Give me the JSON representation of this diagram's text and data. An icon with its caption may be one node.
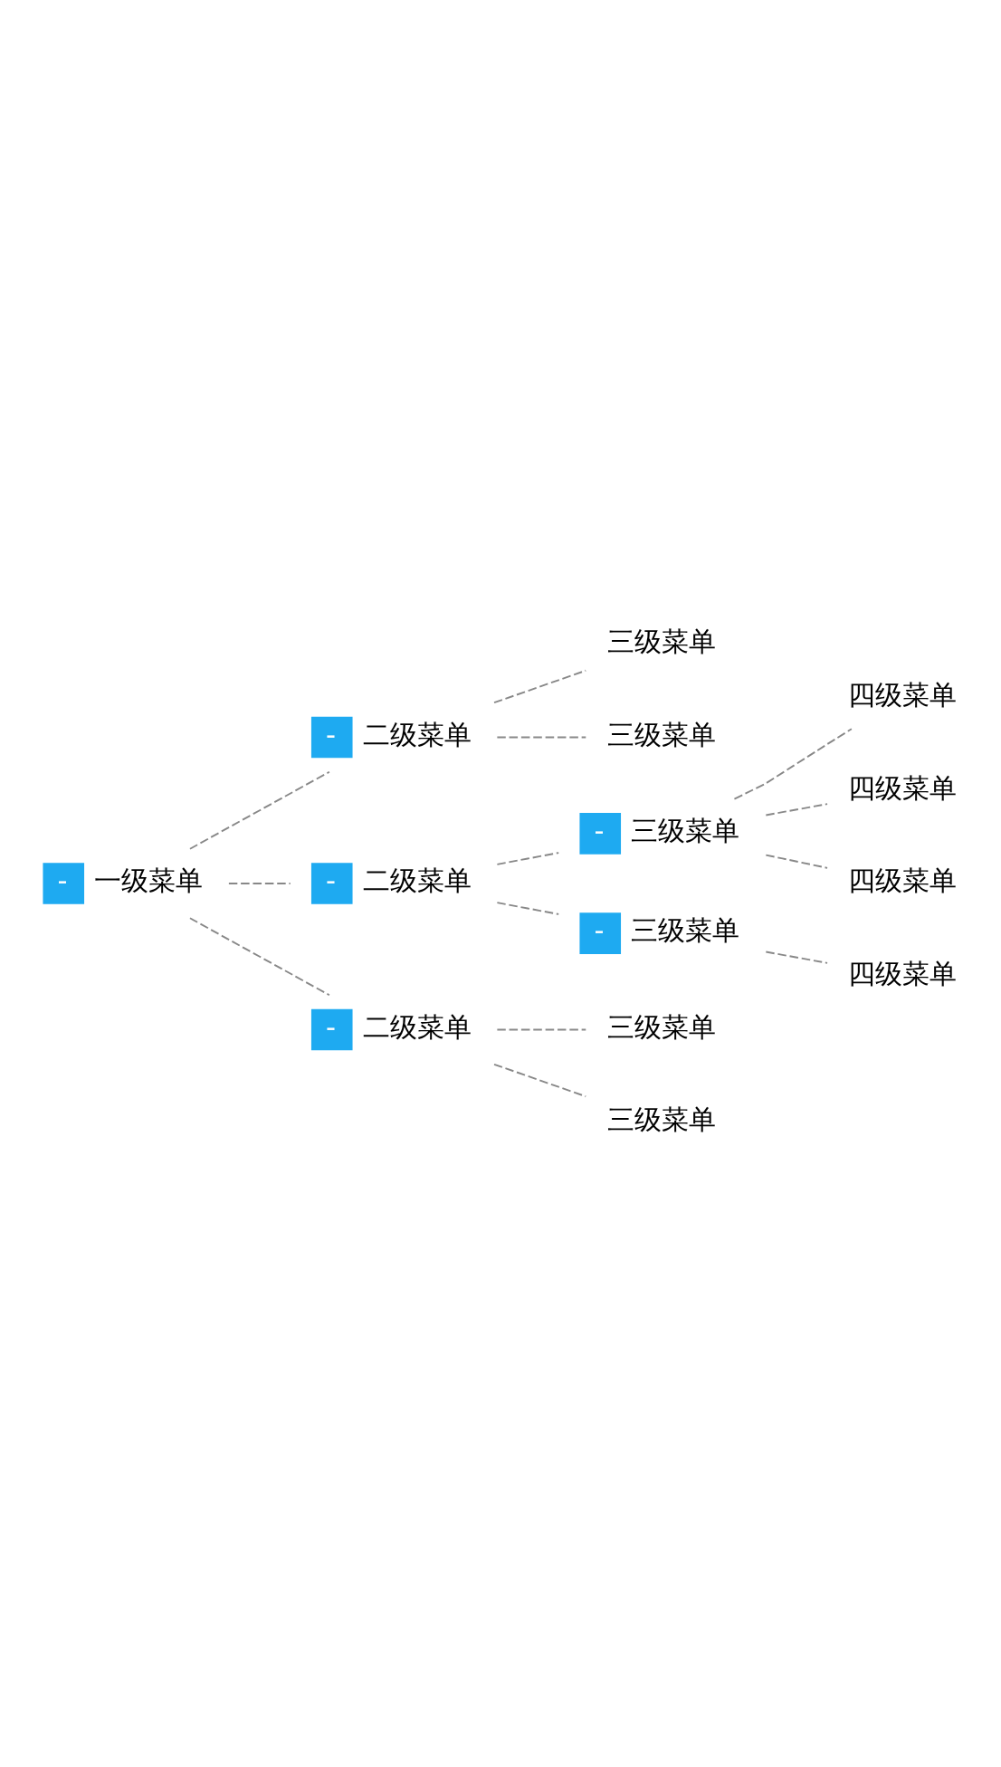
{
  "diagram": {
    "nodes": [
      {
        "text": [
          "-",
          "一级菜单"
        ]
      },
      {
        "text": [
          "-",
          "二级菜单"
        ]
      },
      {
        "text": [
          "三级菜单"
        ]
      },
      {
        "text": [
          "三级菜单"
        ]
      },
      {
        "text": [
          "-",
          "二级菜单"
        ]
      },
      {
        "text": [
          "-",
          "三级菜单"
        ]
      },
      {
        "text": [
          "四级菜单"
        ]
      },
      {
        "text": [
          "四级菜单"
        ]
      },
      {
        "text": [
          "四级菜单"
        ]
      },
      {
        "text": [
          "-",
          "三级菜单"
        ]
      },
      {
        "text": [
          "四级菜单"
        ]
      },
      {
        "text": [
          "-",
          "二级菜单"
        ]
      },
      {
        "text": [
          "三级菜单"
        ]
      },
      {
        "text": [
          "三级菜单"
        ]
      }
    ],
    "edges": [
      {
        "from": 0,
        "to": 1,
        "arrow": "none",
        "style": "dashed"
      },
      {
        "from": 1,
        "to": 2,
        "arrow": "none",
        "style": "dashed"
      },
      {
        "from": 1,
        "to": 3,
        "arrow": "none",
        "style": "dashed"
      },
      {
        "from": 0,
        "to": 4,
        "arrow": "none",
        "style": "dashed"
      },
      {
        "from": 4,
        "to": 5,
        "arrow": "none",
        "style": "dashed"
      },
      {
        "from": 5,
        "to": 6,
        "arrow": "none",
        "style": "dashed"
      },
      {
        "from": 5,
        "to": 7,
        "arrow": "none",
        "style": "dashed"
      },
      {
        "from": 5,
        "to": 8,
        "arrow": "none",
        "style": "dashed"
      },
      {
        "from": 4,
        "to": 9,
        "arrow": "none",
        "style": "dashed"
      },
      {
        "from": 9,
        "to": 10,
        "arrow": "none",
        "style": "dashed"
      },
      {
        "from": 0,
        "to": 11,
        "arrow": "none",
        "style": "dashed"
      },
      {
        "from": 11,
        "to": 12,
        "arrow": "none",
        "style": "dashed"
      },
      {
        "from": 11,
        "to": 13,
        "arrow": "none",
        "style": "dashed"
      }
    ]
  }
}
